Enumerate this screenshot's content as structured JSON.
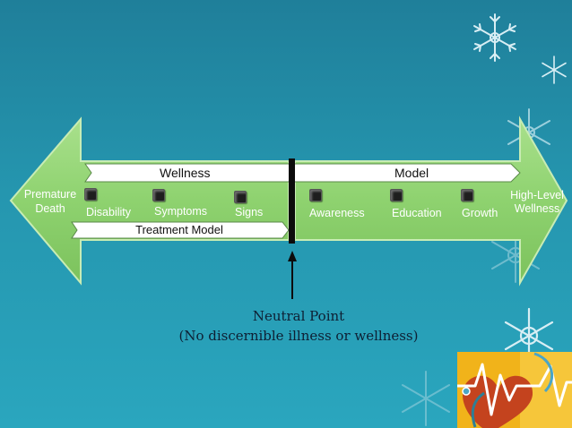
{
  "diagram": {
    "left_end_label": [
      "Premature",
      "Death"
    ],
    "right_end_label": [
      "High-Level",
      "Wellness"
    ],
    "wellness_model_banner": {
      "left_word": "Wellness",
      "right_word": "Model"
    },
    "treatment_model_banner": "Treatment Model",
    "left_markers": [
      "Disability",
      "Symptoms",
      "Signs"
    ],
    "right_markers": [
      "Awareness",
      "Education",
      "Growth"
    ],
    "neutral_point": {
      "line1": "Neutral Point",
      "line2": "(No discernible illness or wellness)"
    }
  },
  "colors": {
    "background_top": "#1f7f9a",
    "background_bottom": "#2aa6be",
    "arrow_fill": "#8ed26f",
    "banner_fill": "#ffffff",
    "divider": "#0c0c0c",
    "neutral_text": "#0e1f33"
  },
  "decorations": [
    "snowflake-icon",
    "heart-logo"
  ]
}
